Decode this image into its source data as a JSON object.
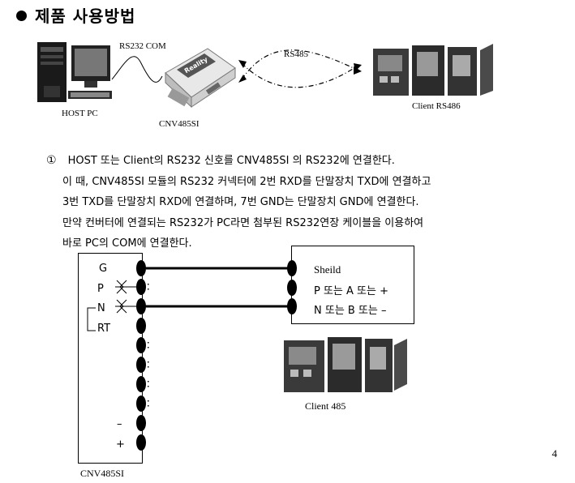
{
  "section_title": "제품 사용방법",
  "top_figure": {
    "host_label": "HOST PC",
    "rs232_label": "RS232 COM",
    "converter_label": "CNV485SI",
    "rs485_label": "RS485",
    "client_label": "Client RS486",
    "device_brand_text": "Reality"
  },
  "instruction": {
    "marker": "①",
    "lines": [
      "HOST 또는 Client의 RS232 신호를 CNV485SI 의 RS232에 연결한다.",
      "이 때, CNV485SI 모듈의 RS232 커넥터에 2번 RXD를 단말장치 TXD에 연결하고",
      "3번 TXD를 단말장치 RXD에 연결하며, 7번 GND는 단말장치 GND에 연결한다.",
      "만약 컨버터에 연결되는 RS232가 PC라면 첨부된 RS232연장 케이블을 이용하여",
      "바로 PC의 COM에 연결한다."
    ]
  },
  "wiring_diagram": {
    "converter_pins": [
      "G",
      "P",
      "N",
      "RT",
      "–",
      "+"
    ],
    "converter_label": "CNV485SI",
    "terminal_labels": [
      "Sheild",
      "P 또는 A 또는 +",
      "N 또는 B 또는 –"
    ],
    "client_label": "Client 485"
  },
  "page_number": "4"
}
